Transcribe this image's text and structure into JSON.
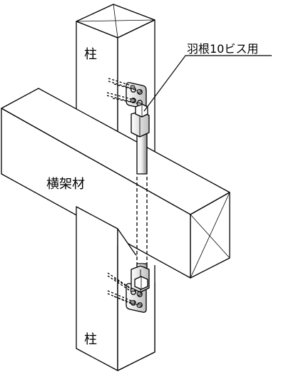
{
  "labels": {
    "post_top": "柱",
    "post_bottom": "柱",
    "beam": "横架材",
    "screw_callout": "羽根10ビス用"
  }
}
